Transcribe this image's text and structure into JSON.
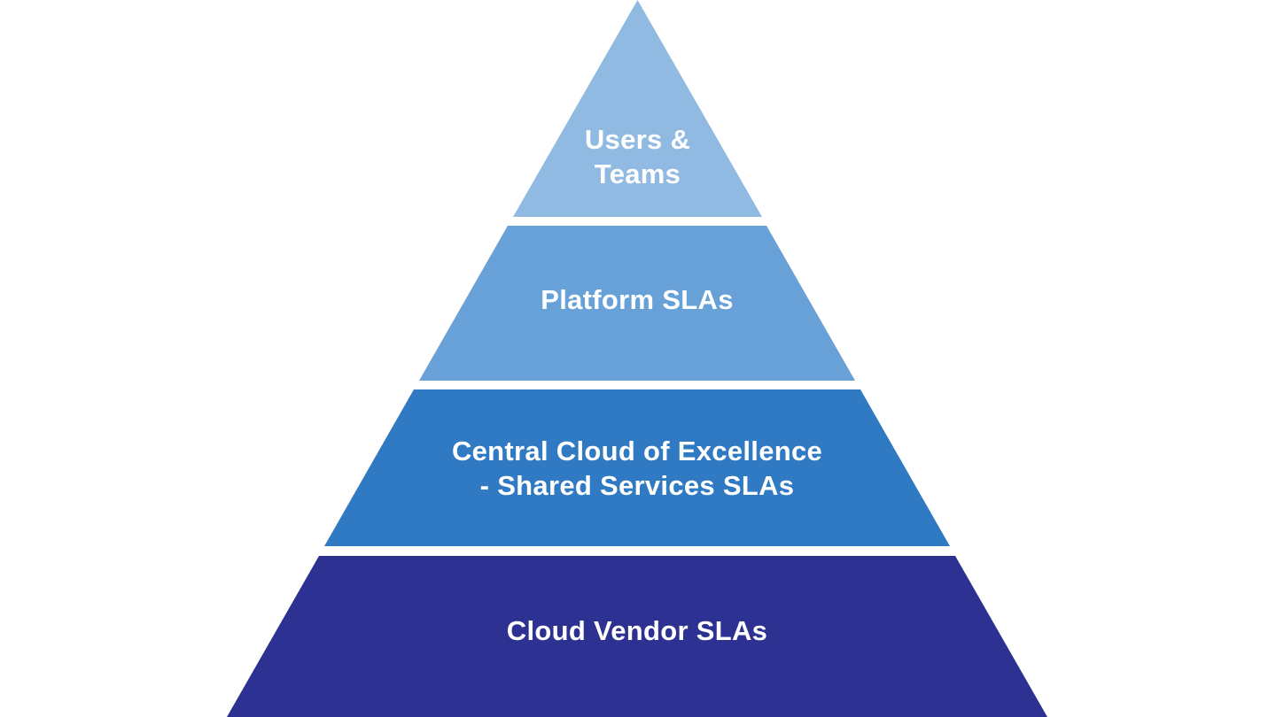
{
  "diagram": {
    "type": "pyramid",
    "background_color": "#FFFFFF",
    "text_color": "#FFFFFF"
  },
  "layers": [
    {
      "id": "users-teams",
      "label": "Users &\nTeams",
      "color": "#90BAE2"
    },
    {
      "id": "platform-slas",
      "label": "Platform SLAs",
      "color": "#68A0D8"
    },
    {
      "id": "central-cloud-of-excellence",
      "label": "Central Cloud of Excellence\n- Shared Services SLAs",
      "color": "#2F7AC2"
    },
    {
      "id": "cloud-vendor-slas",
      "label": "Cloud Vendor SLAs",
      "color": "#2D3191"
    }
  ]
}
